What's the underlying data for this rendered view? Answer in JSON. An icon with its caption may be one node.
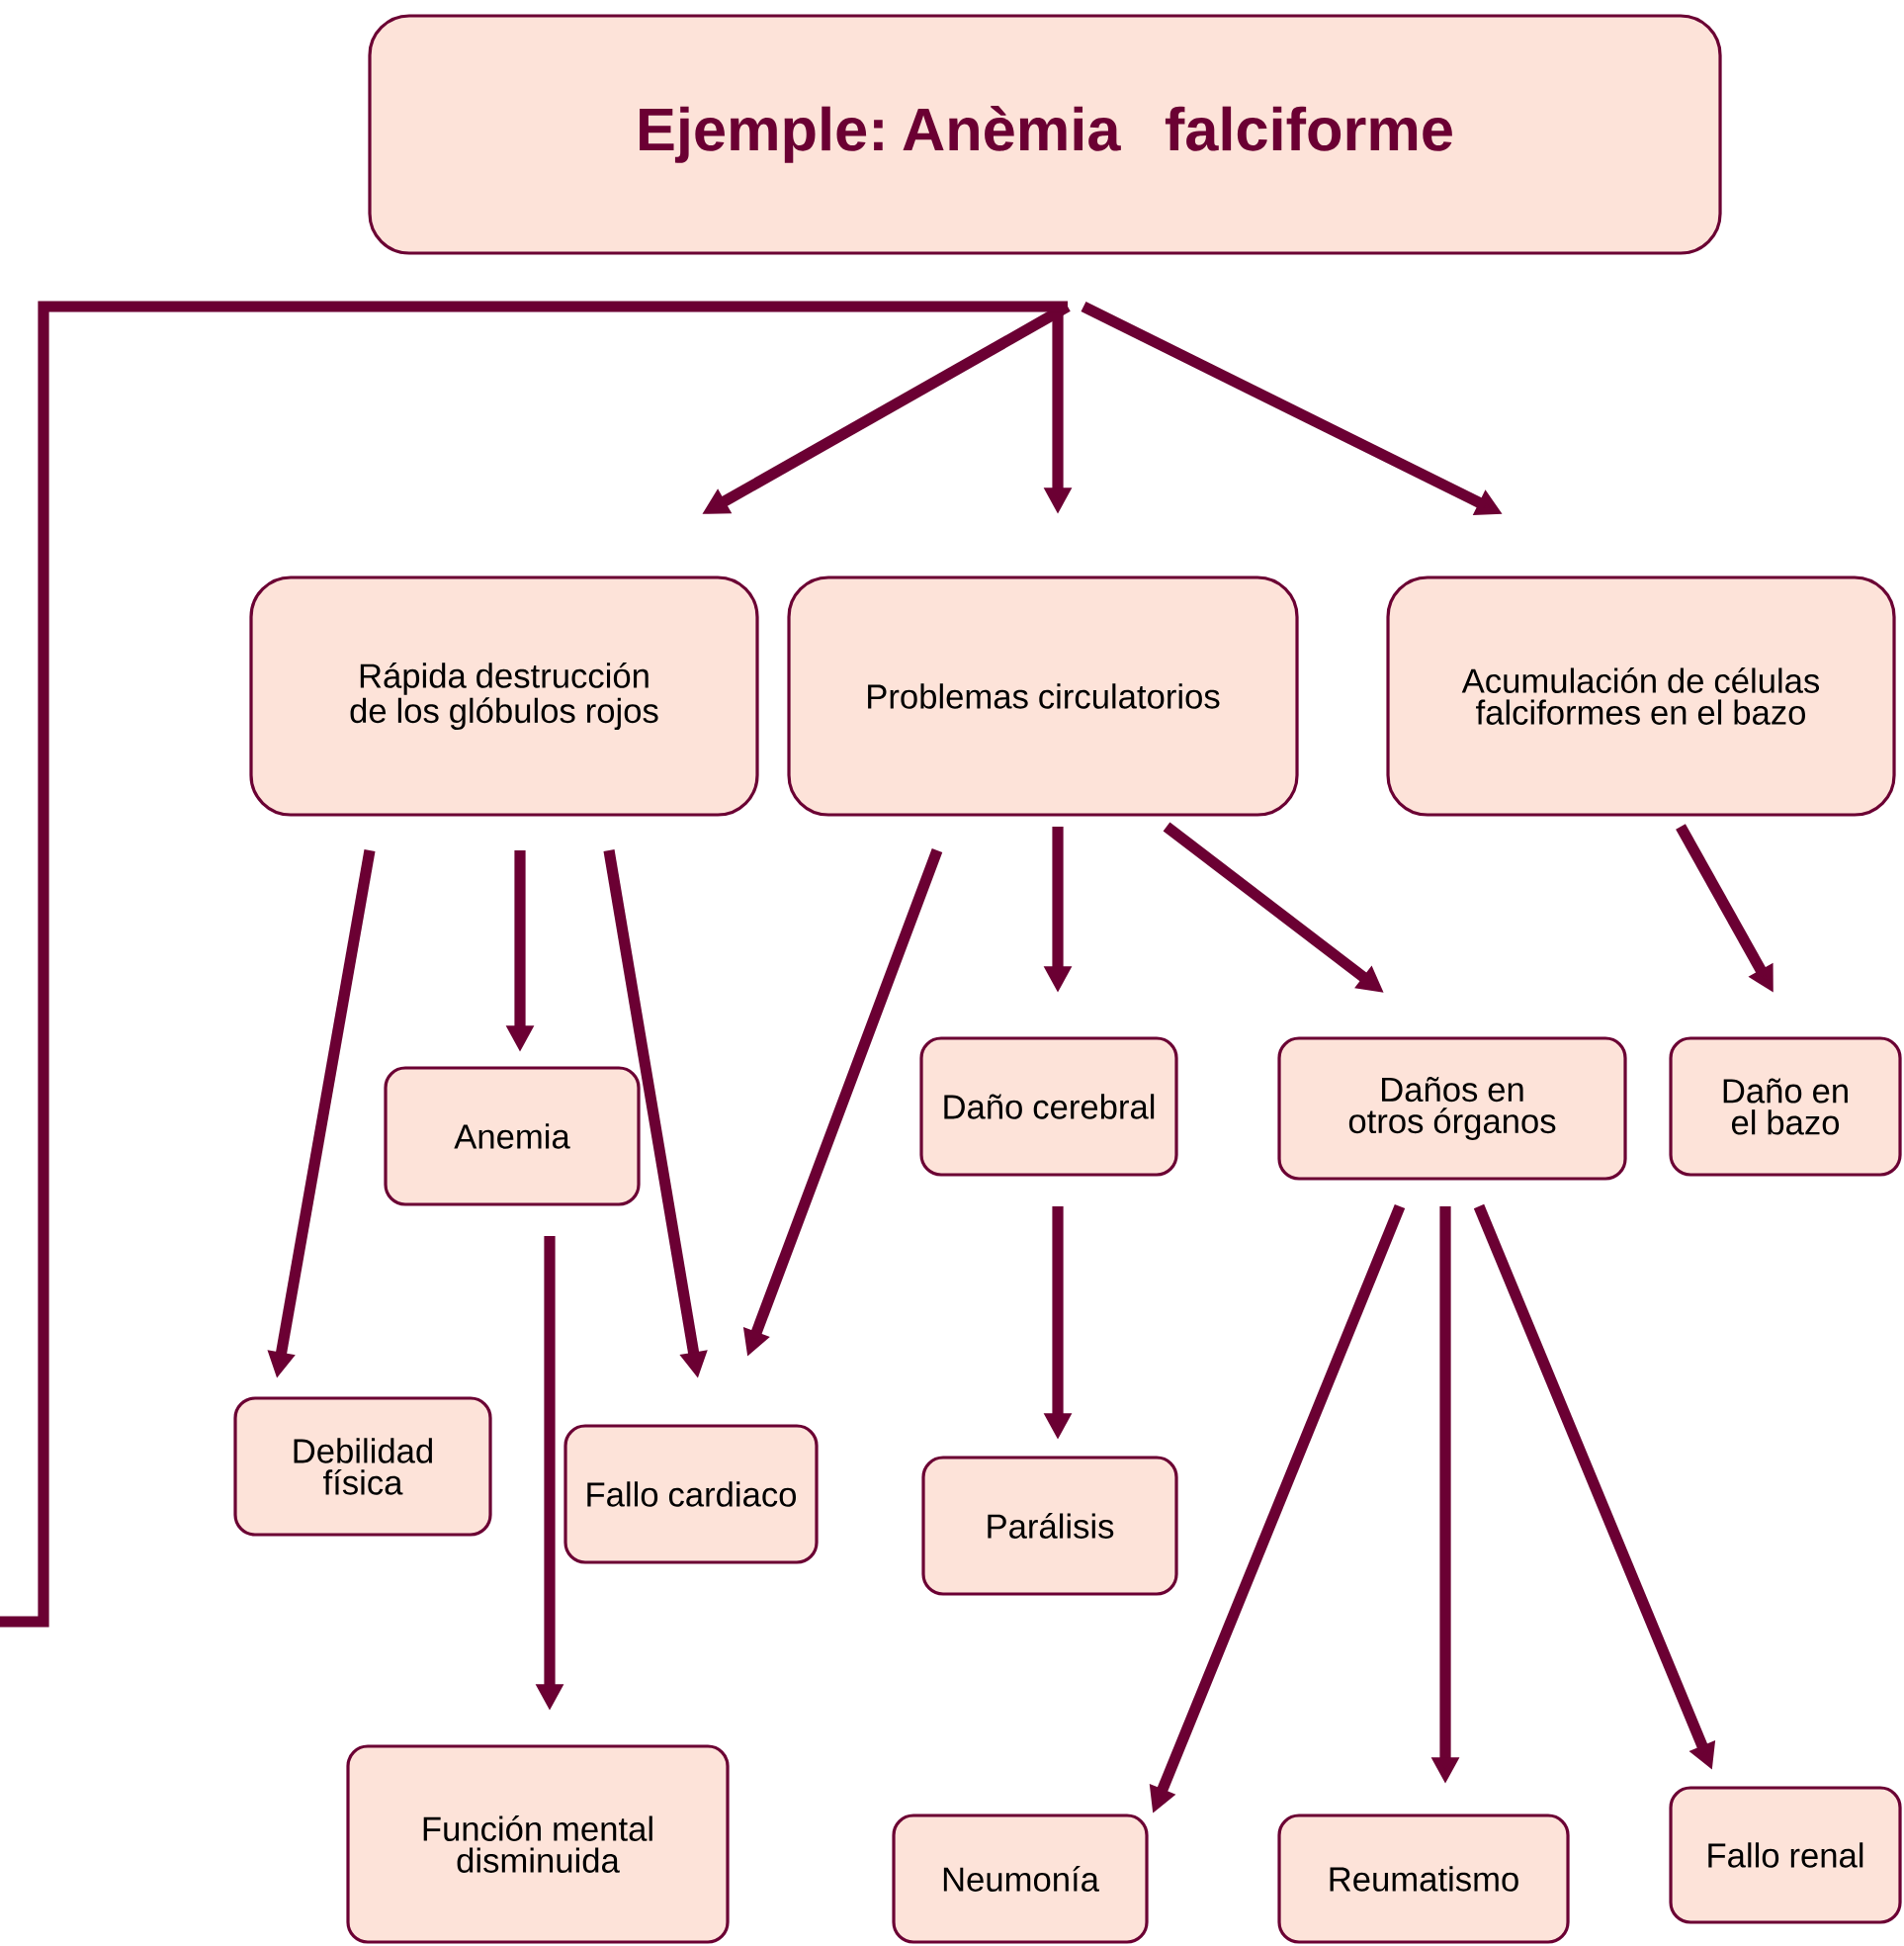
{
  "diagram": {
    "nodes": [
      {
        "text": [
          "Ejemple: Anèmia falciforme"
        ]
      },
      {
        "text": [
          "Rápida destrucción de los glóbulos rojos"
        ]
      },
      {
        "text": [
          "Problemas circulatorios"
        ]
      },
      {
        "text": [
          "Acumulación de células falciformes en el bazo"
        ]
      },
      {
        "text": [
          "Anemia"
        ]
      },
      {
        "text": [
          "Daño cerebral"
        ]
      },
      {
        "text": [
          "Daños en otros órganos"
        ]
      },
      {
        "text": [
          "Daño en el bazo"
        ]
      },
      {
        "text": [
          "Debilidad física"
        ]
      },
      {
        "text": [
          "Fallo cardiaco"
        ]
      },
      {
        "text": [
          "Parálisis"
        ]
      },
      {
        "text": [
          "Función mental disminuida"
        ]
      },
      {
        "text": [
          "Neumonía"
        ]
      },
      {
        "text": [
          "Reumatismo"
        ]
      },
      {
        "text": [
          "Fallo renal"
        ]
      }
    ],
    "edges": [
      {
        "from": 0,
        "to": 1,
        "arrow": "to"
      },
      {
        "from": 0,
        "to": 2,
        "arrow": "to"
      },
      {
        "from": 0,
        "to": 3,
        "arrow": "to"
      },
      {
        "from": 0,
        "to": null,
        "arrow": "none"
      },
      {
        "from": 1,
        "to": 8,
        "arrow": "to"
      },
      {
        "from": 1,
        "to": 4,
        "arrow": "to"
      },
      {
        "from": 1,
        "to": 9,
        "arrow": "to"
      },
      {
        "from": 2,
        "to": 9,
        "arrow": "to"
      },
      {
        "from": 2,
        "to": 5,
        "arrow": "to"
      },
      {
        "from": 2,
        "to": 6,
        "arrow": "to"
      },
      {
        "from": 3,
        "to": 7,
        "arrow": "to"
      },
      {
        "from": 4,
        "to": 11,
        "arrow": "to"
      },
      {
        "from": 5,
        "to": 10,
        "arrow": "to"
      },
      {
        "from": 6,
        "to": 12,
        "arrow": "to"
      },
      {
        "from": 6,
        "to": 13,
        "arrow": "to"
      },
      {
        "from": 6,
        "to": 14,
        "arrow": "to"
      }
    ]
  }
}
